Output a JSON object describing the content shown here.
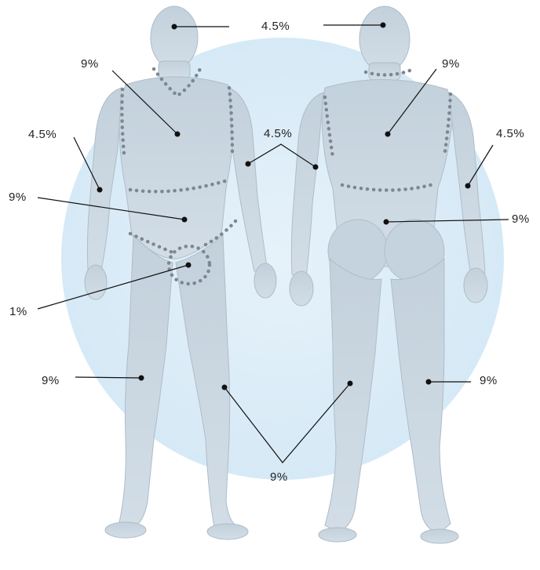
{
  "colors": {
    "background": "#ffffff",
    "halo": "#dcedf8",
    "body_fill": "#c9d7e2",
    "body_shade": "#b3c3cf",
    "dotted_outline": "#7d8790",
    "leader_line": "#111111",
    "label_text": "#222222"
  },
  "labels": {
    "head_both": "4.5%",
    "front_chest": "9%",
    "back_upper": "9%",
    "front_arm_left": "4.5%",
    "arms_inner_pair": "4.5%",
    "back_arm_right": "4.5%",
    "front_abdomen": "9%",
    "back_lower": "9%",
    "genitals": "1%",
    "front_thigh": "9%",
    "back_thigh": "9%",
    "lower_legs_pair": "9%"
  }
}
